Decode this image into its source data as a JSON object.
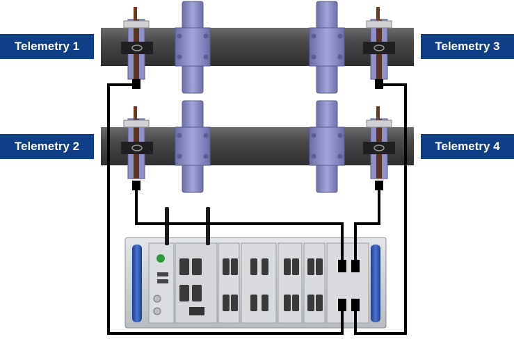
{
  "labels": {
    "telemetry_1": "Telemetry 1",
    "telemetry_2": "Telemetry 2",
    "telemetry_3": "Telemetry 3",
    "telemetry_4": "Telemetry 4"
  },
  "colors": {
    "label_background": "#0f3f86",
    "label_text": "#ffffff",
    "shaft": "#4a4a4c",
    "flange": "#8d8fc4",
    "cable": "#000000",
    "chassis": "#cfd2d6",
    "chassis_handle": "#2f56b0"
  }
}
